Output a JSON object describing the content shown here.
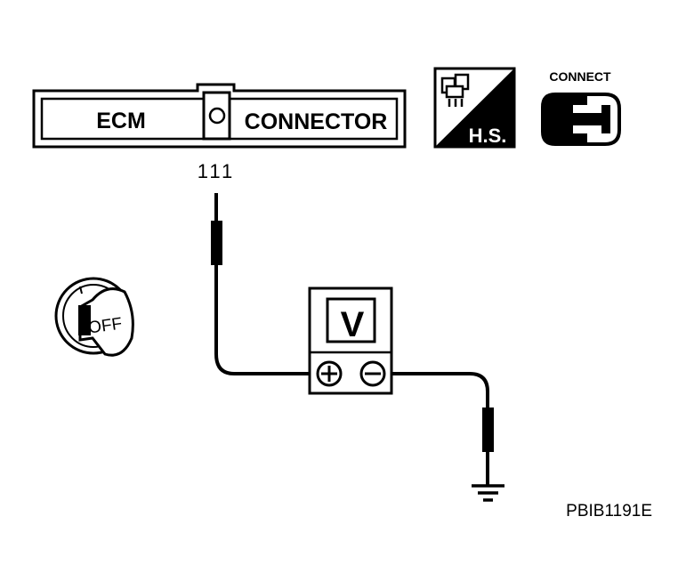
{
  "connector": {
    "left_label": "ECM",
    "right_label": "CONNECTOR"
  },
  "terminal": {
    "number": "111"
  },
  "hs_icon": {
    "label": "H.S."
  },
  "connect_icon": {
    "label": "CONNECT"
  },
  "ignition": {
    "position_label": "OFF"
  },
  "meter": {
    "label": "V"
  },
  "reference_code": "PBIB1191E",
  "colors": {
    "line": "#000000",
    "background": "#ffffff"
  }
}
